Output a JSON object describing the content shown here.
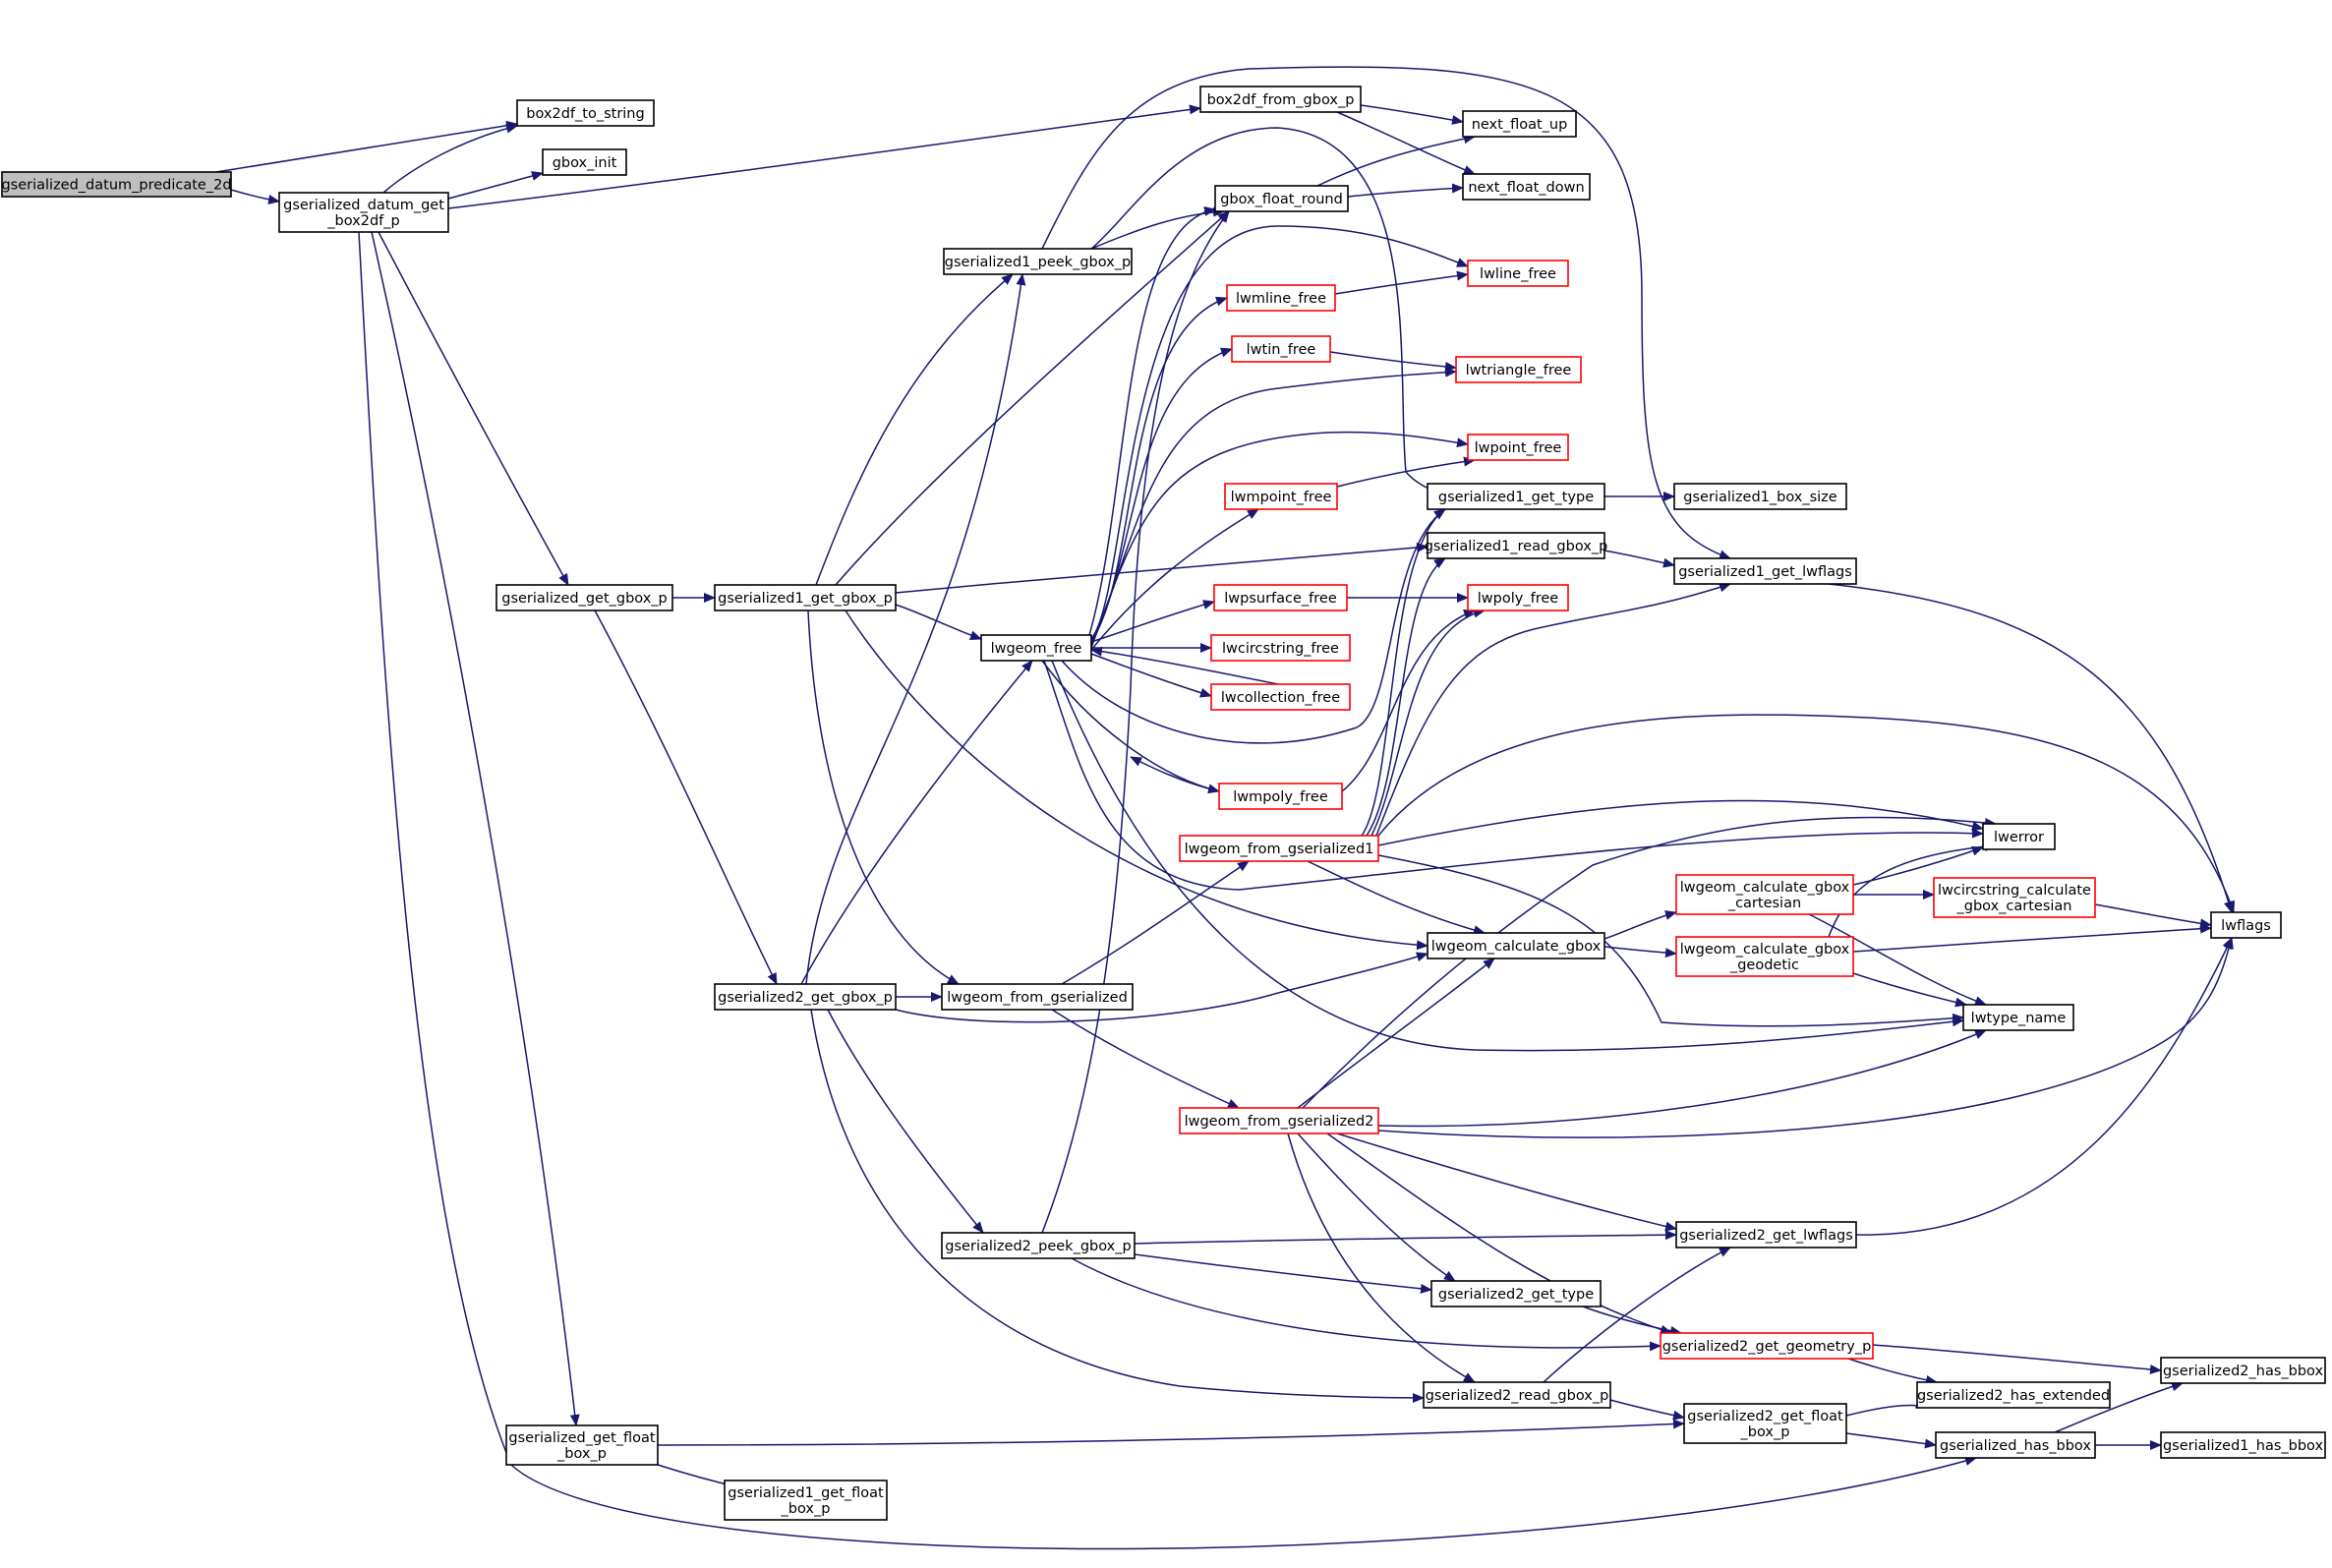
{
  "colors": {
    "edge": "#191970",
    "node_border": "#000000",
    "node_border_red": "#ff0000",
    "root_fill": "#bfbfbf",
    "node_fill": "#ffffff",
    "text": "#000000"
  },
  "nodes": [
    {
      "id": "root",
      "label": [
        "gserialized_datum_predicate_2d"
      ],
      "style": "root"
    },
    {
      "id": "box2df_to_string",
      "label": [
        "box2df_to_string"
      ],
      "style": "normal"
    },
    {
      "id": "gbox_init",
      "label": [
        "gbox_init"
      ],
      "style": "normal"
    },
    {
      "id": "gdgb",
      "label": [
        "gserialized_datum_get",
        "_box2df_p"
      ],
      "style": "normal"
    },
    {
      "id": "b2df_from_gbox",
      "label": [
        "box2df_from_gbox_p"
      ],
      "style": "normal"
    },
    {
      "id": "next_float_up",
      "label": [
        "next_float_up"
      ],
      "style": "normal"
    },
    {
      "id": "next_float_down",
      "label": [
        "next_float_down"
      ],
      "style": "normal"
    },
    {
      "id": "gbox_float_round",
      "label": [
        "gbox_float_round"
      ],
      "style": "normal"
    },
    {
      "id": "g1_peek",
      "label": [
        "gserialized1_peek_gbox_p"
      ],
      "style": "normal"
    },
    {
      "id": "lwline_free",
      "label": [
        "lwline_free"
      ],
      "style": "red"
    },
    {
      "id": "lwmline_free",
      "label": [
        "lwmline_free"
      ],
      "style": "red"
    },
    {
      "id": "lwtin_free",
      "label": [
        "lwtin_free"
      ],
      "style": "red"
    },
    {
      "id": "lwtriangle_free",
      "label": [
        "lwtriangle_free"
      ],
      "style": "red"
    },
    {
      "id": "lwpoint_free",
      "label": [
        "lwpoint_free"
      ],
      "style": "red"
    },
    {
      "id": "lwmpoint_free",
      "label": [
        "lwmpoint_free"
      ],
      "style": "red"
    },
    {
      "id": "g1_get_type",
      "label": [
        "gserialized1_get_type"
      ],
      "style": "normal"
    },
    {
      "id": "g1_box_size",
      "label": [
        "gserialized1_box_size"
      ],
      "style": "normal"
    },
    {
      "id": "g1_read_gbox",
      "label": [
        "gserialized1_read_gbox_p"
      ],
      "style": "normal"
    },
    {
      "id": "g1_lwflags",
      "label": [
        "gserialized1_get_lwflags"
      ],
      "style": "normal"
    },
    {
      "id": "g_get_gbox",
      "label": [
        "gserialized_get_gbox_p"
      ],
      "style": "normal"
    },
    {
      "id": "g1_get_gbox",
      "label": [
        "gserialized1_get_gbox_p"
      ],
      "style": "normal"
    },
    {
      "id": "lwpsurface_free",
      "label": [
        "lwpsurface_free"
      ],
      "style": "red"
    },
    {
      "id": "lwpoly_free",
      "label": [
        "lwpoly_free"
      ],
      "style": "red"
    },
    {
      "id": "lwgeom_free",
      "label": [
        "lwgeom_free"
      ],
      "style": "normal"
    },
    {
      "id": "lwcircstring_free",
      "label": [
        "lwcircstring_free"
      ],
      "style": "red"
    },
    {
      "id": "lwcollection_free",
      "label": [
        "lwcollection_free"
      ],
      "style": "red"
    },
    {
      "id": "lwmpoly_free",
      "label": [
        "lwmpoly_free"
      ],
      "style": "red"
    },
    {
      "id": "lwerror",
      "label": [
        "lwerror"
      ],
      "style": "normal"
    },
    {
      "id": "lwg_from_g1",
      "label": [
        "lwgeom_from_gserialized1"
      ],
      "style": "red"
    },
    {
      "id": "lwg_calc_cart",
      "label": [
        "lwgeom_calculate_gbox",
        "_cartesian"
      ],
      "style": "red"
    },
    {
      "id": "lwcirc_calc",
      "label": [
        "lwcircstring_calculate",
        "_gbox_cartesian"
      ],
      "style": "red"
    },
    {
      "id": "lwflags",
      "label": [
        "lwflags"
      ],
      "style": "normal"
    },
    {
      "id": "lwg_calc_gbox",
      "label": [
        "lwgeom_calculate_gbox"
      ],
      "style": "normal"
    },
    {
      "id": "lwg_calc_geo",
      "label": [
        "lwgeom_calculate_gbox",
        "_geodetic"
      ],
      "style": "red"
    },
    {
      "id": "g2_get_gbox",
      "label": [
        "gserialized2_get_gbox_p"
      ],
      "style": "normal"
    },
    {
      "id": "lwg_from_g",
      "label": [
        "lwgeom_from_gserialized"
      ],
      "style": "normal"
    },
    {
      "id": "lwtype_name",
      "label": [
        "lwtype_name"
      ],
      "style": "normal"
    },
    {
      "id": "lwg_from_g2",
      "label": [
        "lwgeom_from_gserialized2"
      ],
      "style": "red"
    },
    {
      "id": "g2_peek",
      "label": [
        "gserialized2_peek_gbox_p"
      ],
      "style": "normal"
    },
    {
      "id": "g2_lwflags",
      "label": [
        "gserialized2_get_lwflags"
      ],
      "style": "normal"
    },
    {
      "id": "g2_get_type",
      "label": [
        "gserialized2_get_type"
      ],
      "style": "normal"
    },
    {
      "id": "g2_get_geom",
      "label": [
        "gserialized2_get_geometry_p"
      ],
      "style": "red"
    },
    {
      "id": "g2_has_bbox",
      "label": [
        "gserialized2_has_bbox"
      ],
      "style": "normal"
    },
    {
      "id": "g2_read_gbox",
      "label": [
        "gserialized2_read_gbox_p"
      ],
      "style": "normal"
    },
    {
      "id": "g2_has_ext",
      "label": [
        "gserialized2_has_extended"
      ],
      "style": "normal"
    },
    {
      "id": "g_get_float",
      "label": [
        "gserialized_get_float",
        "_box_p"
      ],
      "style": "normal"
    },
    {
      "id": "g2_get_float",
      "label": [
        "gserialized2_get_float",
        "_box_p"
      ],
      "style": "normal"
    },
    {
      "id": "g_has_bbox",
      "label": [
        "gserialized_has_bbox"
      ],
      "style": "normal"
    },
    {
      "id": "g1_has_bbox",
      "label": [
        "gserialized1_has_bbox"
      ],
      "style": "normal"
    },
    {
      "id": "g1_get_float",
      "label": [
        "gserialized1_get_float",
        "_box_p"
      ],
      "style": "normal"
    }
  ]
}
